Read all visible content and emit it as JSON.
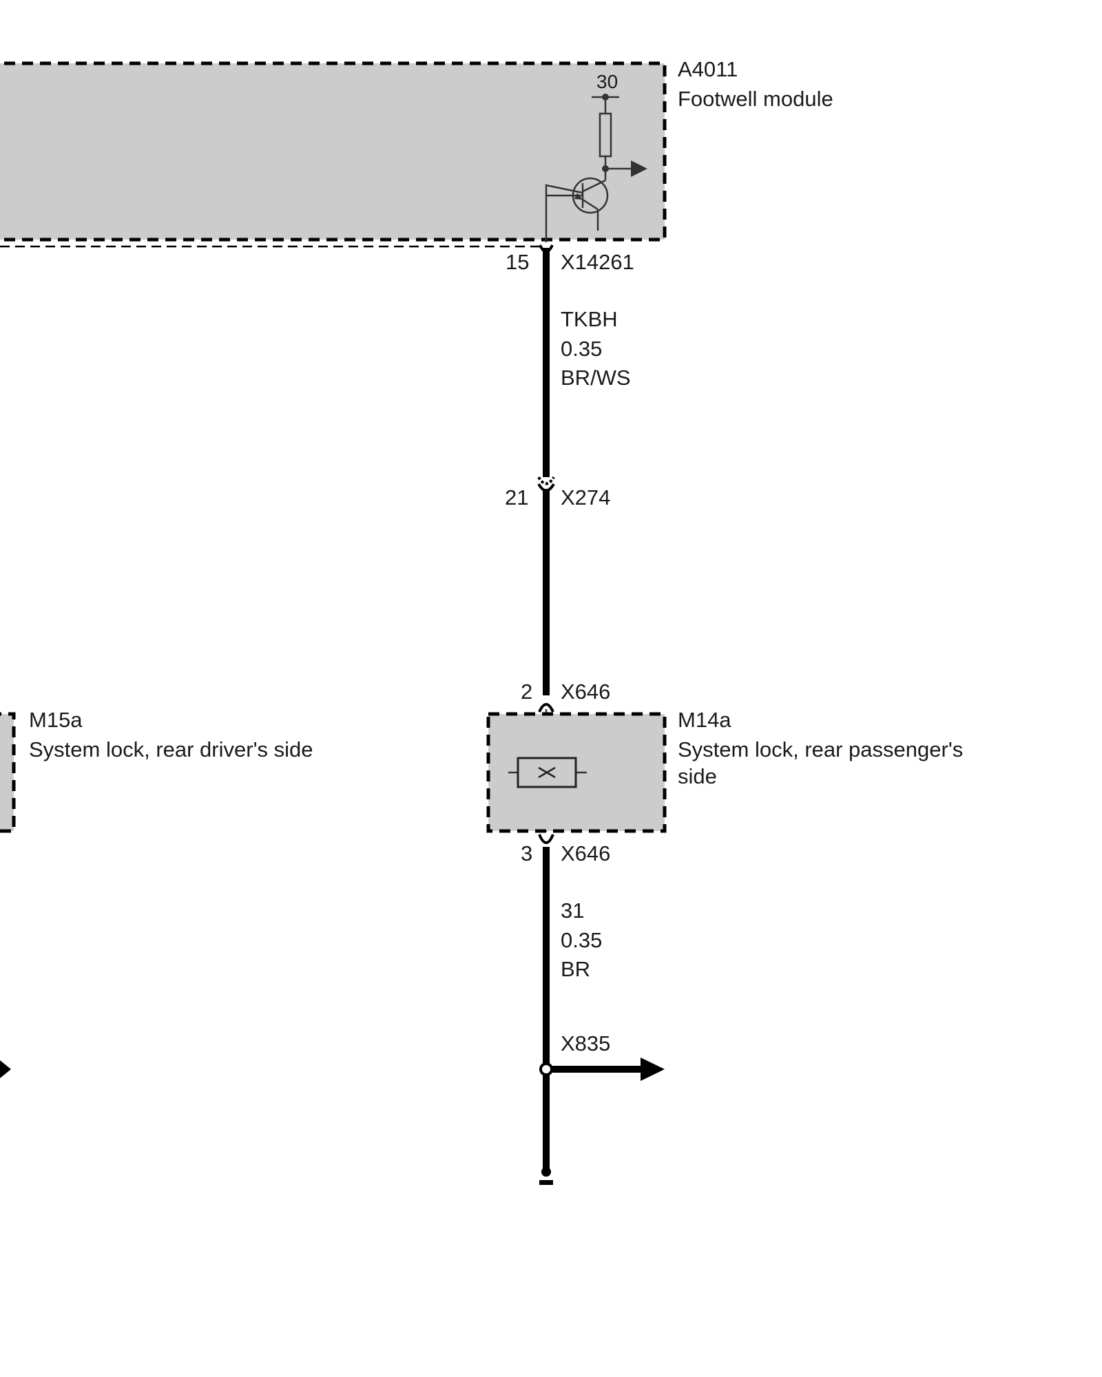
{
  "modules": {
    "a4011": {
      "id": "A4011",
      "name": "Footwell module",
      "supply_terminal": "30"
    },
    "m15a": {
      "id": "M15a",
      "name": "System lock, rear driver's side"
    },
    "m14a": {
      "id": "M14a",
      "name_line1": "System lock, rear passenger's",
      "name_line2": "side"
    }
  },
  "connectors": [
    {
      "pin": "15",
      "name": "X14261"
    },
    {
      "pin": "21",
      "name": "X274"
    },
    {
      "pin": "2",
      "name": "X646"
    },
    {
      "pin": "3",
      "name": "X646"
    },
    {
      "pin": "",
      "name": "X835"
    }
  ],
  "wires": [
    {
      "signal": "TKBH",
      "cross_section": "0.35",
      "color": "BR/WS"
    },
    {
      "signal": "31",
      "cross_section": "0.35",
      "color": "BR"
    }
  ],
  "colors": {
    "module_fill": "#cccccc",
    "line": "#000000"
  }
}
